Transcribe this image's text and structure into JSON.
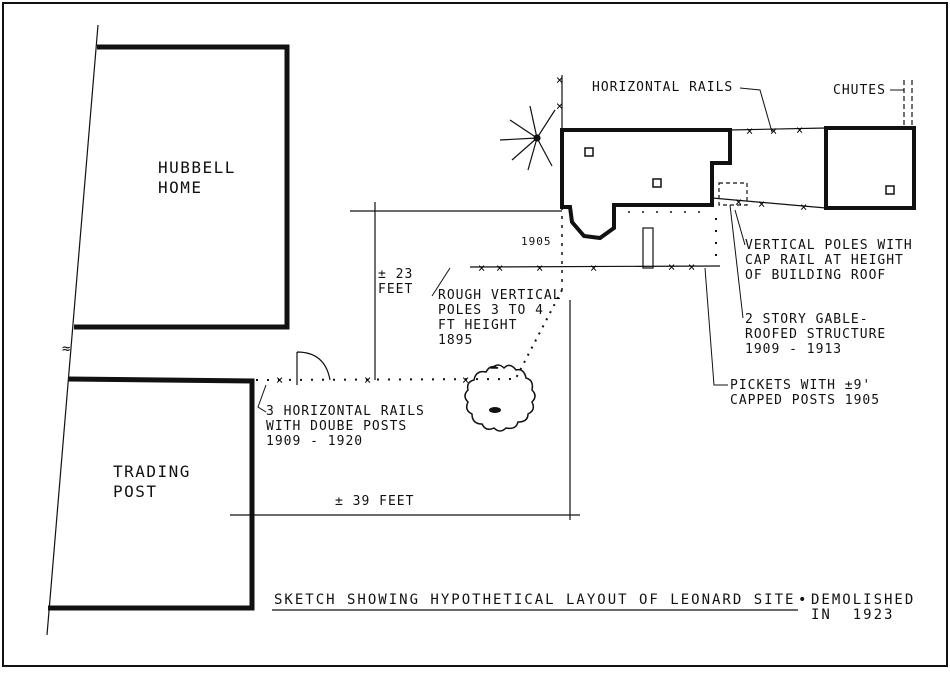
{
  "buildings": {
    "hubbell_home": "HUBBELL\nHOME",
    "trading_post": "TRADING\nPOST"
  },
  "labels": {
    "horizontal_rails": "HORIZONTAL RAILS",
    "chutes": "CHUTES",
    "year_1905": "1905",
    "plus_minus_23": "± 23\nFEET",
    "rough_poles": "ROUGH VERTICAL\nPOLES 3 TO 4\nFT HEIGHT\n1895",
    "vertical_poles": "VERTICAL POLES WITH\nCAP RAIL AT HEIGHT\nOF BUILDING ROOF",
    "gable_structure": "2 STORY GABLE-\nROOFED STRUCTURE\n1909 - 1913",
    "pickets": "PICKETS WITH ±9'\nCAPPED POSTS 1905",
    "three_rails": "3 HORIZONTAL RAILS\nWITH DOUBE POSTS\n1909 - 1920",
    "plus_minus_39": "± 39 FEET"
  },
  "caption": {
    "main": "SKETCH SHOWING HYPOTHETICAL LAYOUT OF LEONARD SITE",
    "bullet": "•",
    "tail": "DEMOLISHED\nIN  1923"
  },
  "colors": {
    "ink": "#111111",
    "paper": "#ffffff"
  }
}
